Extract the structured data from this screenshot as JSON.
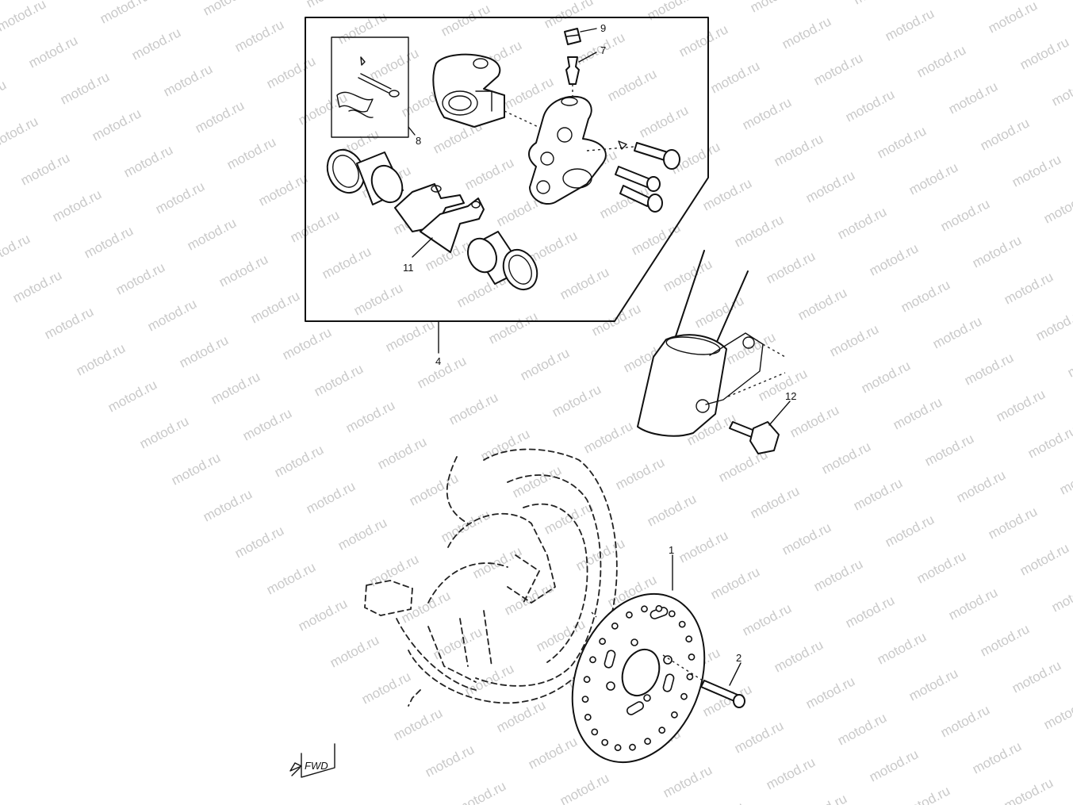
{
  "watermark": {
    "text": "motod.ru"
  },
  "callouts": {
    "part_1": "1",
    "part_2": "2",
    "part_4": "4",
    "part_7": "7",
    "part_8": "8",
    "part_9": "9",
    "part_11": "11",
    "part_12": "12"
  },
  "direction_marker": {
    "label": "FWD"
  },
  "colors": {
    "line": "#111111",
    "watermark": "#c9c9c9",
    "background": "#ffffff"
  }
}
